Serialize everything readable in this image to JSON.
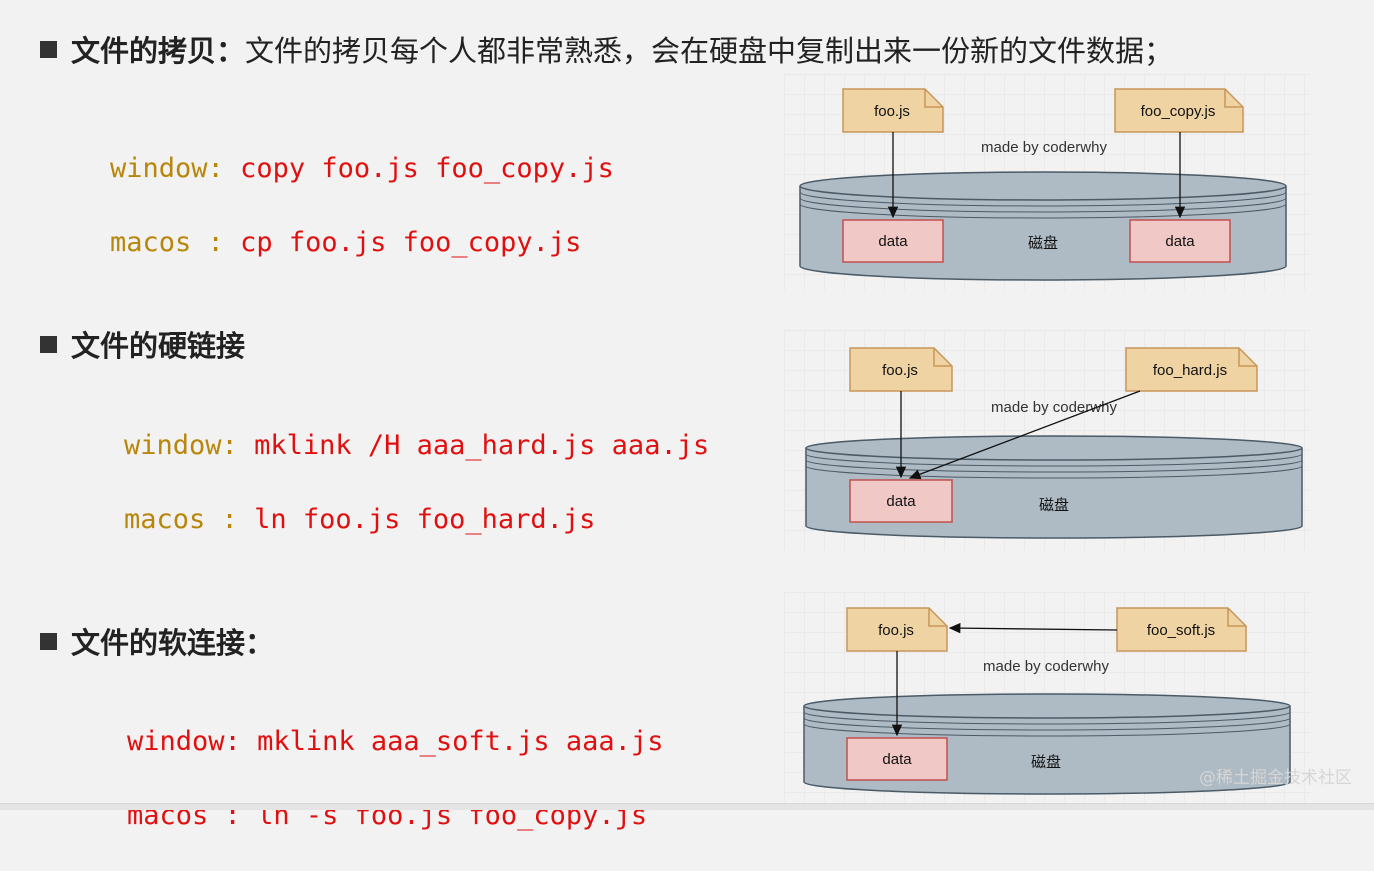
{
  "sections": [
    {
      "heading": "文件的拷贝",
      "separator": "：",
      "description": "文件的拷贝每个人都非常熟悉，会在硬盘中复制出来一份新的文件数据；",
      "code": [
        {
          "prefix": "window:",
          "command": "copy foo.js foo_copy.js"
        },
        {
          "prefix": "macos :",
          "command": "cp foo.js foo_copy.js"
        }
      ],
      "diagram": {
        "left_file": "foo.js",
        "right_file": "foo_copy.js",
        "credit": "made by coderwhy",
        "disk_label": "磁盘",
        "data_left": "data",
        "data_right": "data"
      }
    },
    {
      "heading": "文件的硬链接",
      "code": [
        {
          "prefix": "window:",
          "command": "mklink /H aaa_hard.js aaa.js"
        },
        {
          "prefix": "macos :",
          "command": "ln foo.js foo_hard.js"
        }
      ],
      "diagram": {
        "left_file": "foo.js",
        "right_file": "foo_hard.js",
        "credit": "made by coderwhy",
        "disk_label": "磁盘",
        "data": "data"
      }
    },
    {
      "heading": "文件的软连接",
      "separator": "：",
      "code": [
        {
          "prefix": "window:",
          "command": "mklink aaa_soft.js aaa.js"
        },
        {
          "prefix": "macos :",
          "command": "ln -s foo.js foo_copy.js"
        }
      ],
      "diagram": {
        "left_file": "foo.js",
        "right_file": "foo_soft.js",
        "credit": "made by coderwhy",
        "disk_label": "磁盘",
        "data": "data"
      }
    }
  ],
  "watermark": "@稀土掘金技术社区",
  "colors": {
    "code_keyword": "#b8860b",
    "code_command": "#e01010",
    "file_fill": "#f0d3a3",
    "file_stroke": "#c8965a",
    "data_fill": "#f0c9c6",
    "data_stroke": "#c0504d",
    "disk_fill": "#aebac4",
    "disk_stroke": "#4a5a66"
  }
}
